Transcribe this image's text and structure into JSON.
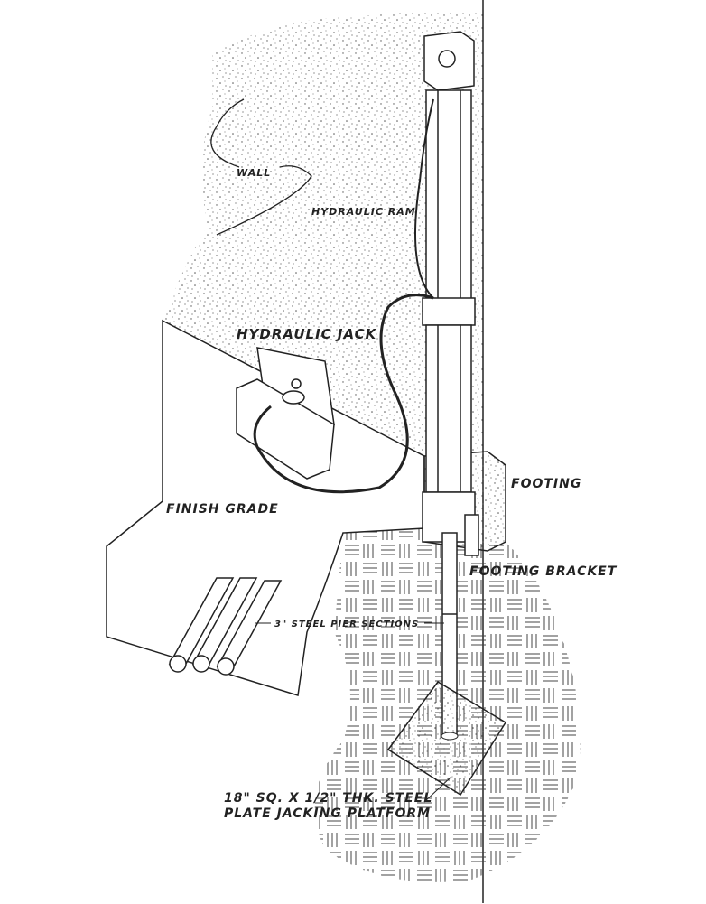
{
  "diagram": {
    "labels": {
      "wall": "WALL",
      "hydraulic_ram": "HYDRAULIC RAM",
      "hydraulic_jack": "HYDRAULIC JACK",
      "footing": "FOOTING",
      "finish_grade": "FINISH GRADE",
      "footing_bracket": "FOOTING BRACKET",
      "pier_sections": "3\" STEEL PIER SECTIONS",
      "platform_line1": "18\" SQ. X 1/2\" THK. STEEL",
      "platform_line2": "PLATE JACKING PLATFORM"
    },
    "colors": {
      "ink": "#222222",
      "paper": "#ffffff"
    }
  }
}
